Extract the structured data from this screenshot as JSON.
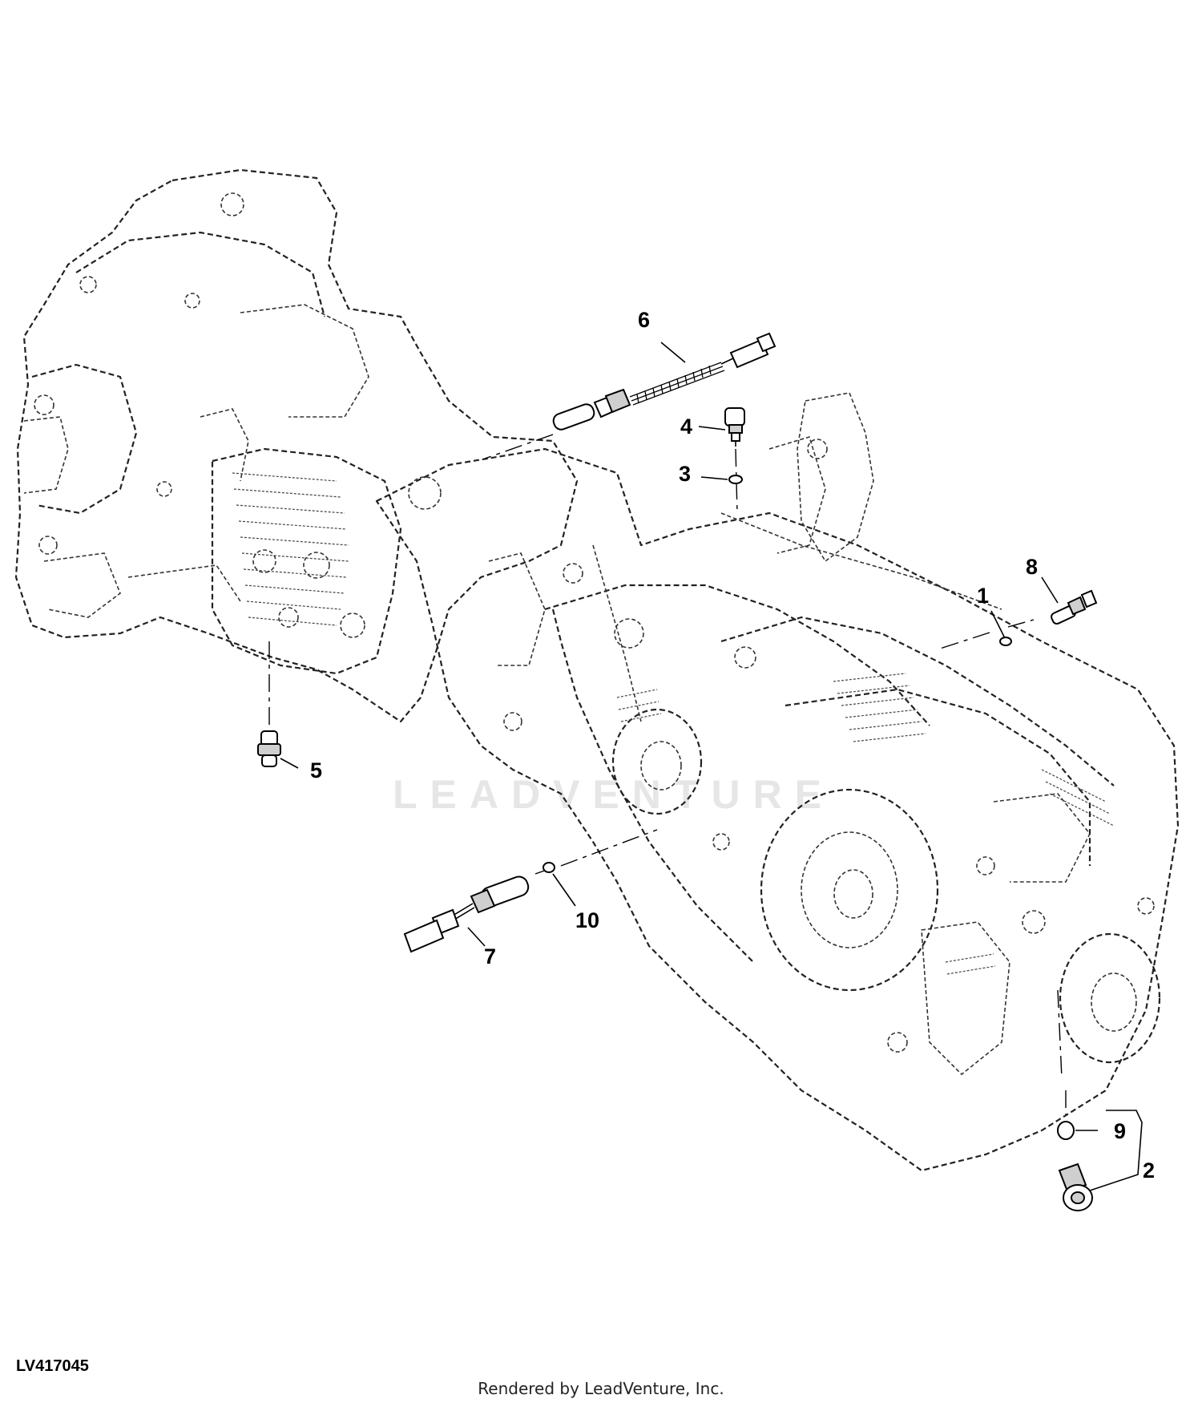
{
  "figure_id": "LV417045",
  "render_credit": "Rendered by LeadVenture, Inc.",
  "watermark_text": "LEADVENTURE",
  "callouts": [
    "1",
    "2",
    "3",
    "4",
    "5",
    "6",
    "7",
    "8",
    "9",
    "10"
  ],
  "colors": {
    "line": "#000000",
    "background": "#ffffff",
    "watermark": "#e6e6e6"
  }
}
